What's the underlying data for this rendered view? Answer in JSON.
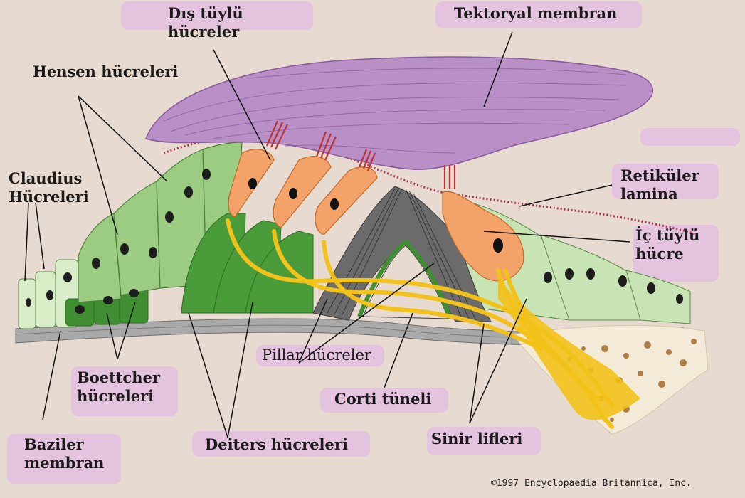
{
  "labels": {
    "dis_tuylu": [
      "Dış tüylü",
      "hücreler"
    ],
    "tektoryal": "Tektoryal membran",
    "hensen": "Hensen hücreleri",
    "claudius": [
      "Claudius",
      "Hücreleri"
    ],
    "retikuler": [
      "Retiküler",
      "lamina"
    ],
    "ic_tuylu": [
      "İç tüylü",
      "hücre"
    ],
    "pillar": "Pillar hücreler",
    "boettcher": [
      "Boettcher",
      "hücreleri"
    ],
    "corti": "Corti tüneli",
    "baziler": [
      "Baziler",
      "membran"
    ],
    "deiters": "Deiters hücreleri",
    "sinir": "Sinir lifleri"
  },
  "copyright": "©1997 Encyclopaedia Britannica, Inc.",
  "colors": {
    "background": "#e7dad0",
    "tectorial": "#b98fc8",
    "hair_cell": "#f3a36a",
    "support_light": "#c9e4b4",
    "support_dark": "#3f8f32",
    "nerve": "#f2c21a",
    "highlight": "#e3b6ea"
  }
}
